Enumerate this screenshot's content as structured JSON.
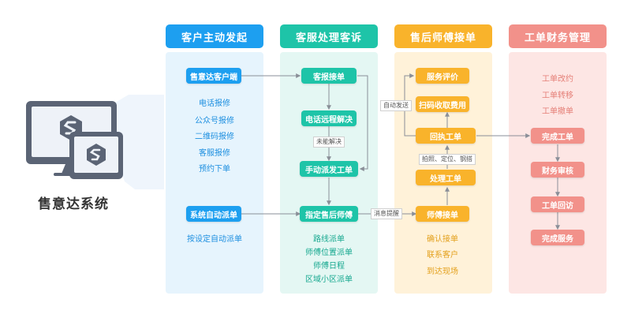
{
  "brand": {
    "title": "售意达系统"
  },
  "columns": [
    {
      "header": "客户主动发起",
      "color": "#1d9ff0",
      "bg": "#e6f4fd"
    },
    {
      "header": "客服处理客诉",
      "color": "#1ec4a8",
      "bg": "#e4f7f3"
    },
    {
      "header": "售后师傅接单",
      "color": "#f9b32b",
      "bg": "#fff2d9"
    },
    {
      "header": "工单财务管理",
      "color": "#f2918a",
      "bg": "#fde6e4"
    }
  ],
  "col1": {
    "node_client": "售意达客户端",
    "list1": [
      "电话报修",
      "公众号报修",
      "二维码报修",
      "客服报修",
      "预约下单"
    ],
    "node_auto": "系统自动派单",
    "list2": [
      "按设定自动派单"
    ]
  },
  "col2": {
    "node_receive": "客报接单",
    "node_remote": "电话远程解决",
    "node_manual": "手动派发工单",
    "node_assign": "指定售后师傅",
    "list": [
      "路线派单",
      "师傅位置派单",
      "师傅日程",
      "区域小区派单"
    ]
  },
  "col3": {
    "node_eval": "服务评价",
    "node_fee": "扫码收取费用",
    "node_return": "回执工单",
    "node_process": "处理工单",
    "node_accept": "师傅接单",
    "list": [
      "确认接单",
      "联系客户",
      "到达现场"
    ]
  },
  "col4": {
    "list": [
      "工单改约",
      "工单转移",
      "工单撤单"
    ],
    "node_complete": "完成工单",
    "node_finance": "财务审核",
    "node_revisit": "工单回访",
    "node_done": "完成服务"
  },
  "tags": {
    "unresolved": "未能解决",
    "message": "消息提醒",
    "auto_send": "自动发送",
    "photo": "拍照、定位、钢搭"
  }
}
